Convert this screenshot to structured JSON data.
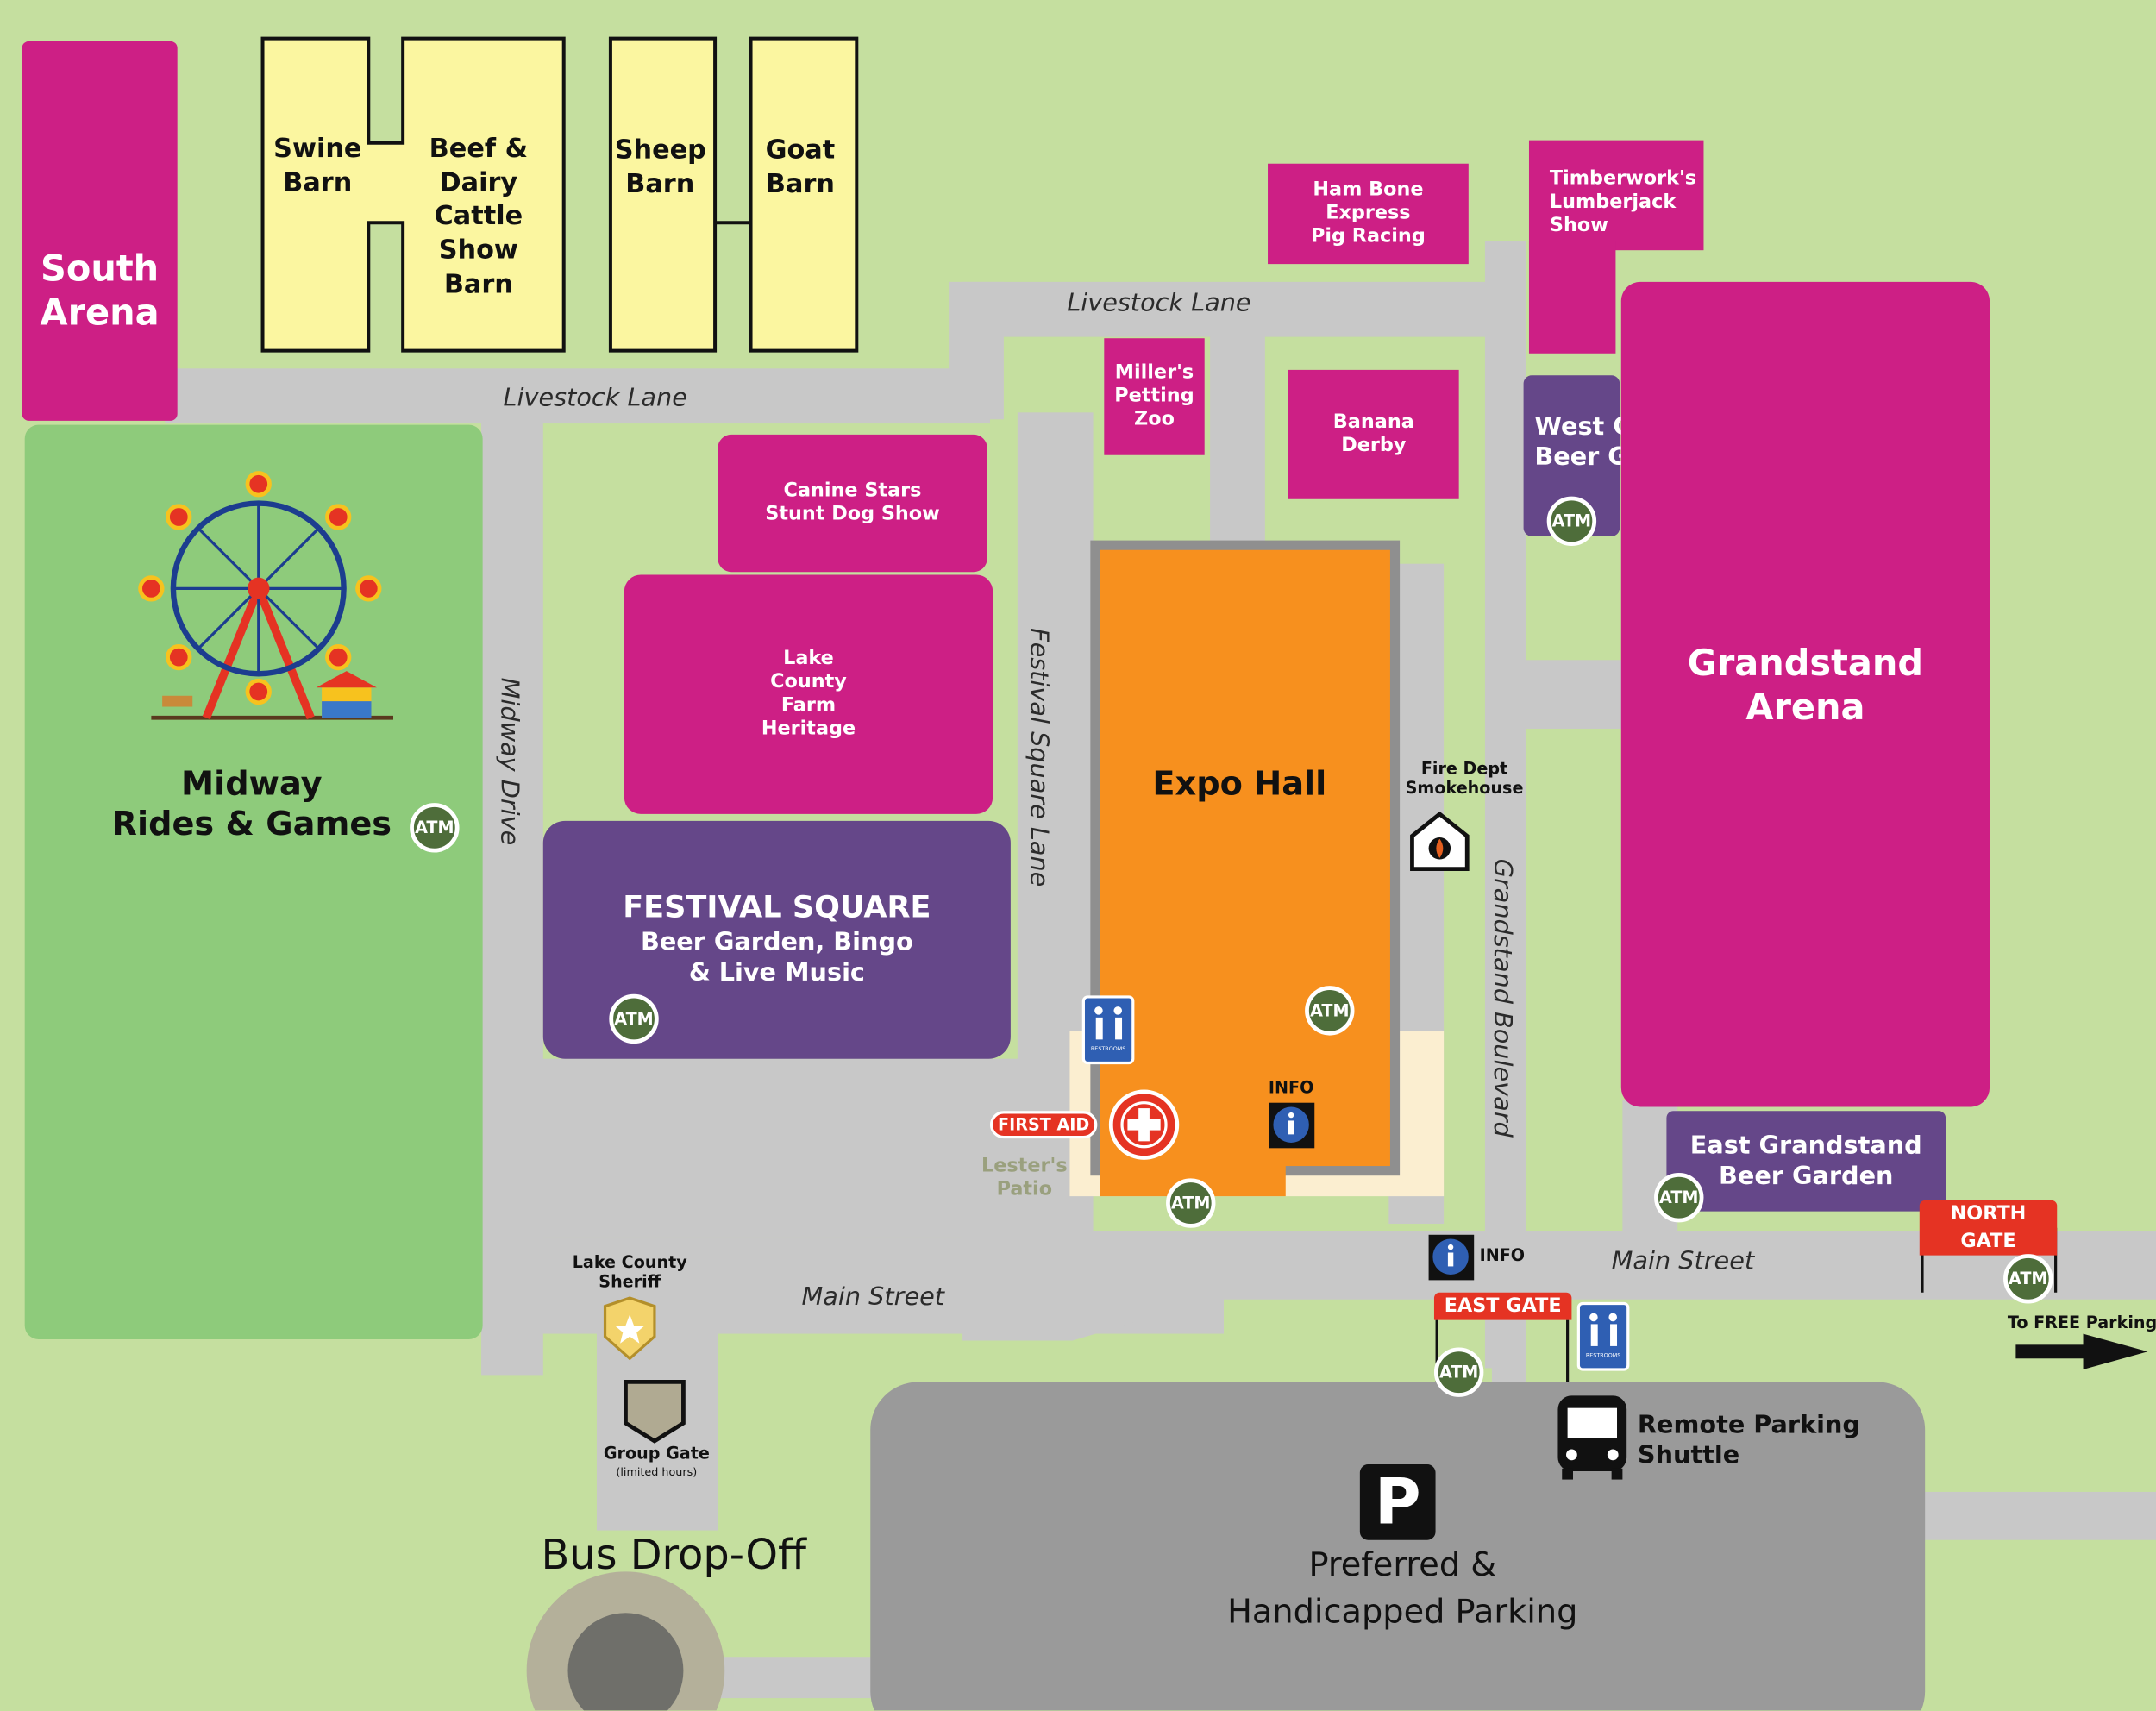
{
  "areas": {
    "south_arena": "South\nArena",
    "swine_barn": "Swine\nBarn",
    "beef_dairy": "Beef &\nDairy Cattle",
    "show_barn": "Show\nBarn",
    "sheep_barn": "Sheep\nBarn",
    "goat_barn": "Goat\nBarn",
    "ham_bone": "Ham Bone\nExpress\nPig Racing",
    "timberwork": "Timberwork's\nLumberjack\nShow",
    "millers_zoo": "Miller's\nPetting\nZoo",
    "banana_derby": "Banana\nDerby",
    "west_beer_garden": "West Grandstand\nBeer Garden",
    "grandstand_arena": "Grandstand\nArena",
    "canine_stars": "Canine Stars\nStunt Dog Show",
    "farm_heritage": "Lake\nCounty\nFarm\nHeritage",
    "festival_square_title": "FESTIVAL SQUARE",
    "festival_square_sub": "Beer Garden, Bingo\n& Live Music",
    "expo_hall": "Expo Hall",
    "east_beer_garden": "East Grandstand\nBeer Garden",
    "midway": "Midway\nRides & Games",
    "smokehouse": "Fire Dept\nSmokehouse",
    "lesters_patio": "Lester's\nPatio",
    "sheriff": "Lake County\nSheriff",
    "group_gate": "Group Gate",
    "group_gate_note": "(limited hours)",
    "bus_dropoff": "Bus Drop-Off",
    "parking": "Preferred &\nHandicapped Parking",
    "parking_letter": "P",
    "shuttle": "Remote Parking\nShuttle",
    "free_parking": "To FREE Parking"
  },
  "streets": {
    "livestock_lane": "Livestock Lane",
    "midway_drive": "Midway Drive",
    "festival_square_lane": "Festival Square Lane",
    "grandstand_blvd": "Grandstand Boulevard",
    "main_street": "Main Street"
  },
  "markers": {
    "atm": "ATM",
    "info": "INFO",
    "first_aid": "FIRST AID",
    "east_gate": "EAST GATE",
    "north_gate": "NORTH GATE",
    "restrooms": "RESTROOMS"
  },
  "colors": {
    "grass": "#c5df9f",
    "road": "#c8c8c8",
    "attraction": "#cd1f85",
    "beer_garden": "#654789",
    "barn": "#fbf6a0",
    "expo": "#f7901e",
    "midway": "#8ecb7b",
    "parking": "#9a9a9a",
    "gate": "#e53323"
  }
}
